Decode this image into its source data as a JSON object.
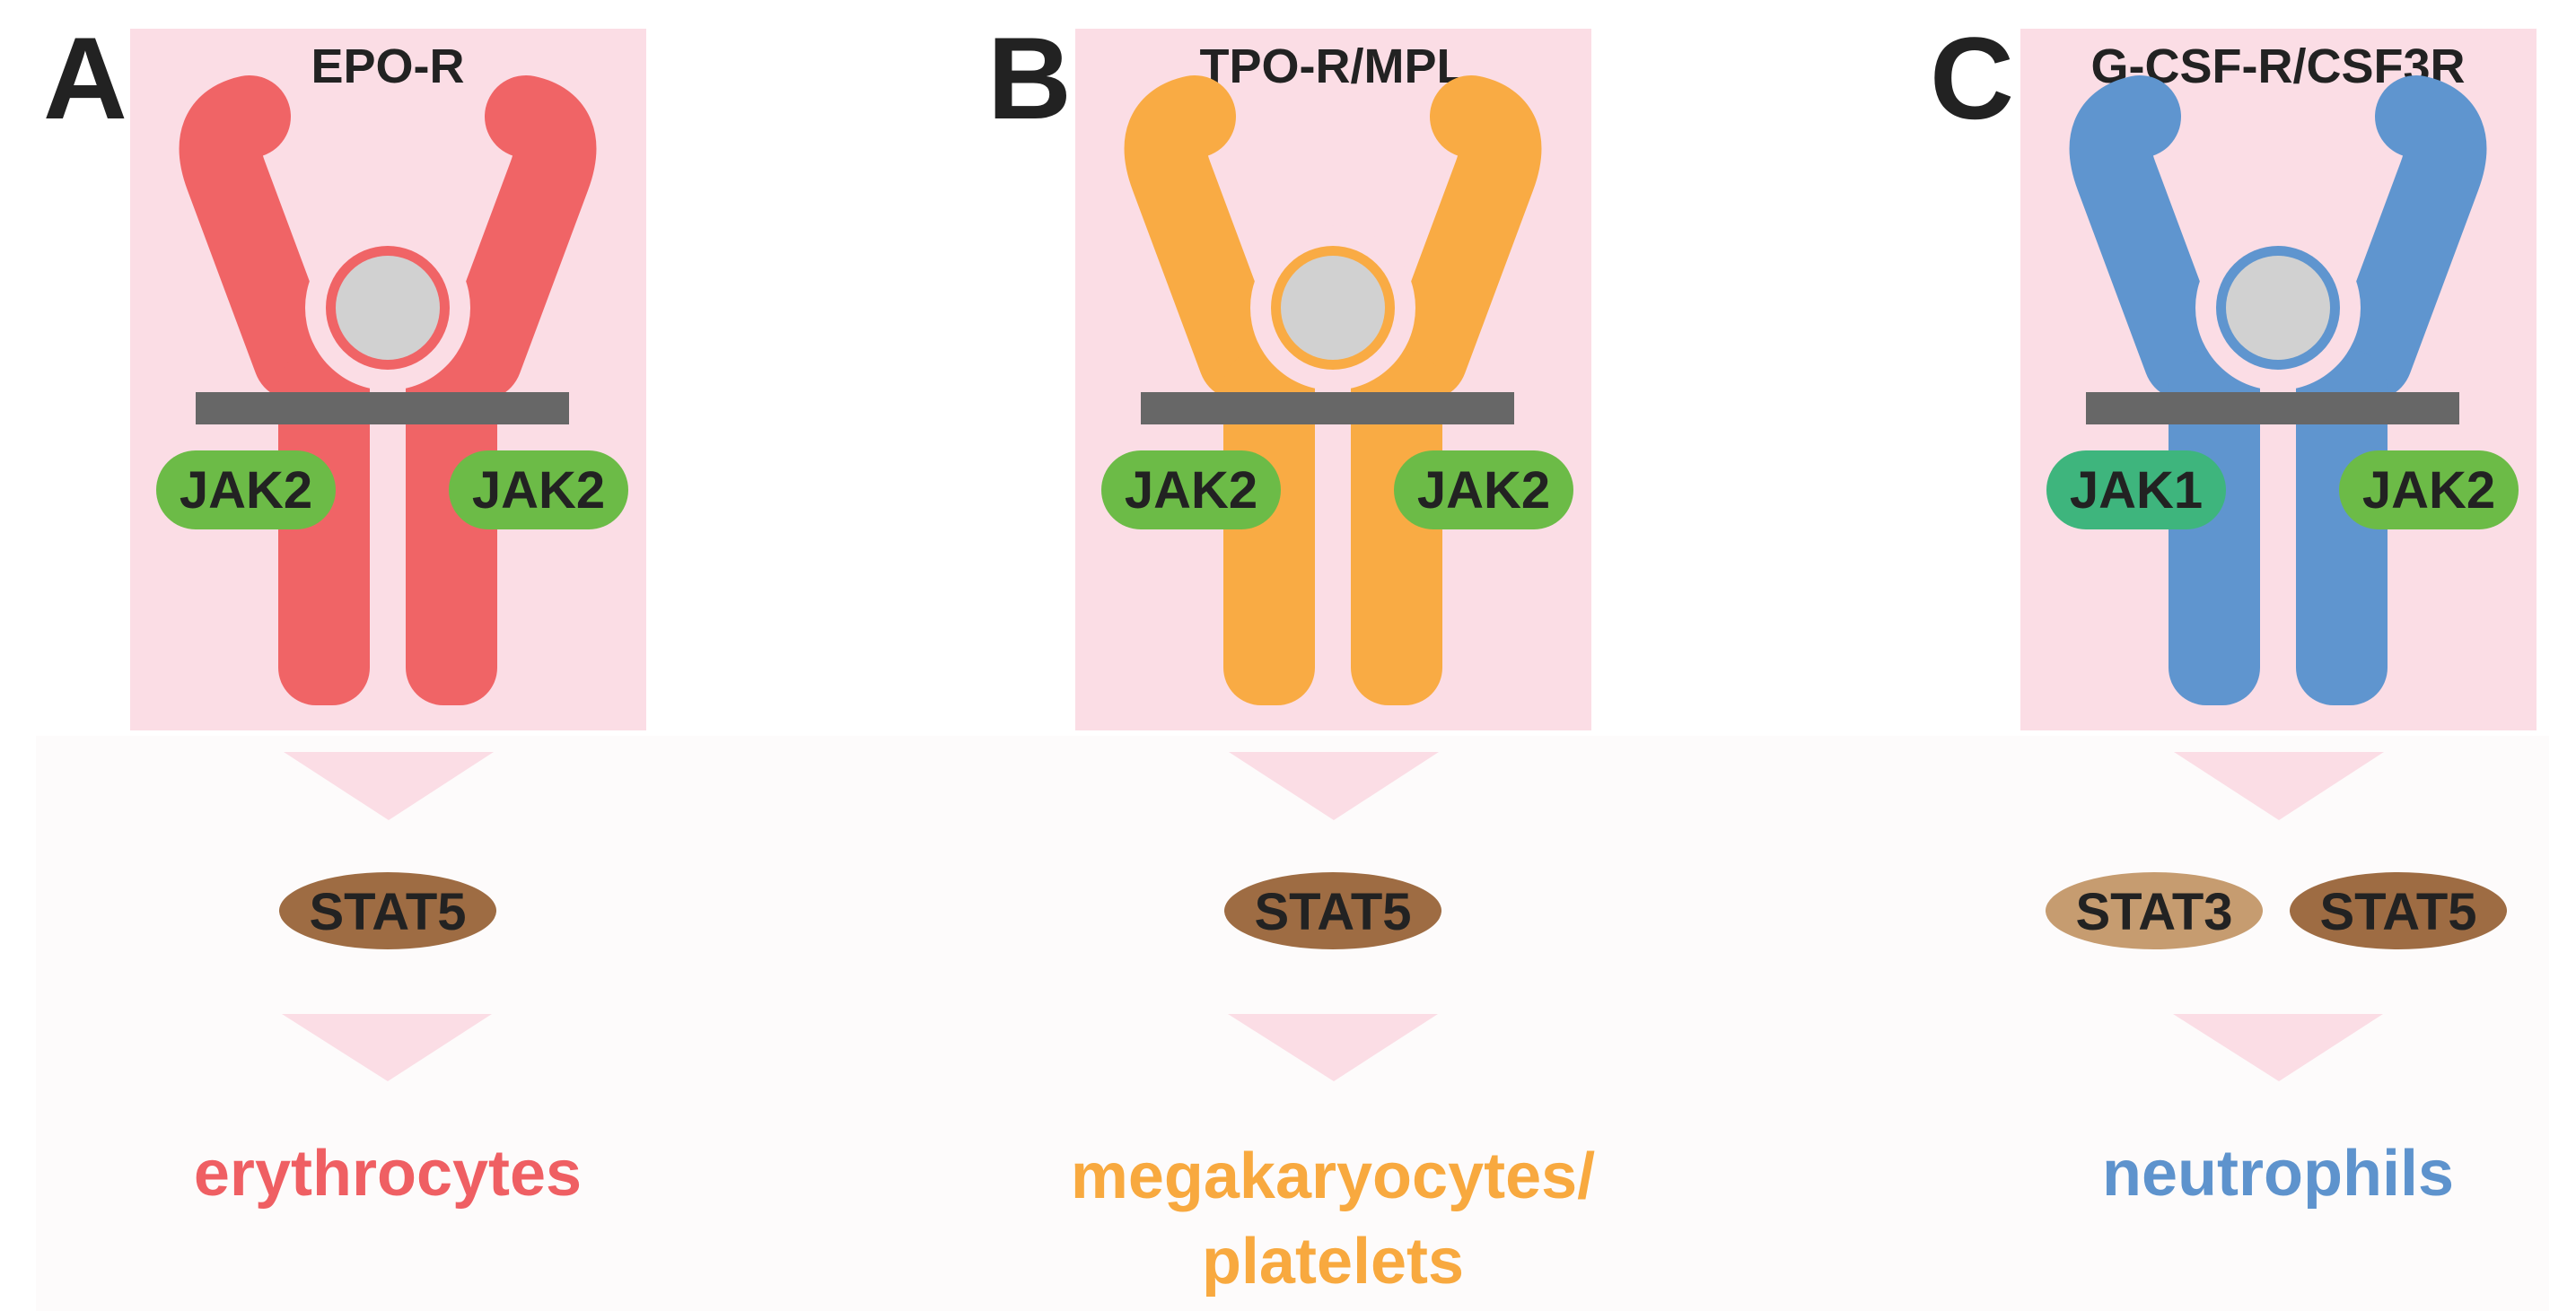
{
  "colors": {
    "background": "#ffffff",
    "bottom_band": "#fdfbfb",
    "panel_bg": "#fbdde5",
    "membrane": "#676767",
    "ligand": "#d1d1d1",
    "arrow": "#fbdde5",
    "text_dark": "#222222",
    "jak2": "#6cbb47",
    "jak1": "#3eb57d",
    "stat5": "#9e6c43",
    "stat3": "#c69c70"
  },
  "panels": [
    {
      "letter": "A",
      "receptor_name": "EPO-R",
      "receptor_color": "#f06466",
      "jak_left": {
        "label": "JAK2",
        "color": "#6cbb47"
      },
      "jak_right": {
        "label": "JAK2",
        "color": "#6cbb47"
      },
      "stats": [
        {
          "label": "STAT5",
          "color": "#9e6c43"
        }
      ],
      "outcome": [
        "erythrocytes"
      ],
      "outcome_color": "#ef5f63"
    },
    {
      "letter": "B",
      "receptor_name": "TPO-R/MPL",
      "receptor_color": "#f9ab44",
      "jak_left": {
        "label": "JAK2",
        "color": "#6cbb47"
      },
      "jak_right": {
        "label": "JAK2",
        "color": "#6cbb47"
      },
      "stats": [
        {
          "label": "STAT5",
          "color": "#9e6c43"
        }
      ],
      "outcome": [
        "megakaryocytes/",
        "platelets"
      ],
      "outcome_color": "#f8a93f"
    },
    {
      "letter": "C",
      "receptor_name": "G-CSF-R/CSF3R",
      "receptor_color": "#5f95cf",
      "jak_left": {
        "label": "JAK1",
        "color": "#3eb57d"
      },
      "jak_right": {
        "label": "JAK2",
        "color": "#6cbb47"
      },
      "stats": [
        {
          "label": "STAT3",
          "color": "#c69c70"
        },
        {
          "label": "STAT5",
          "color": "#9e6c43"
        }
      ],
      "outcome": [
        "neutrophils"
      ],
      "outcome_color": "#5e93cd"
    }
  ]
}
